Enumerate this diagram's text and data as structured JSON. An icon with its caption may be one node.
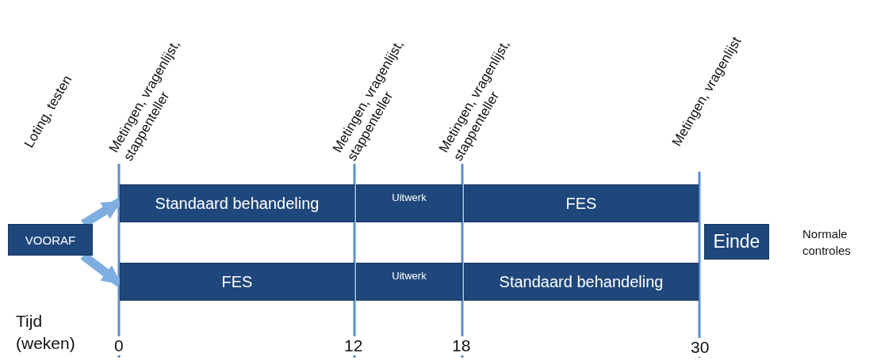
{
  "diagram": {
    "nodes": [
      {
        "text": [
          "VOORAF"
        ]
      },
      {
        "text": [
          "Standaard behandeling"
        ]
      },
      {
        "text": [
          "Uitwerk"
        ]
      },
      {
        "text": [
          "FES"
        ]
      },
      {
        "text": [
          "FES"
        ]
      },
      {
        "text": [
          "Uitwerk"
        ]
      },
      {
        "text": [
          "Standaard behandeling"
        ]
      },
      {
        "text": [
          "Einde"
        ],
        "beside": [
          "Normale controles"
        ]
      }
    ],
    "edges": [
      {
        "from": 0,
        "to": 1,
        "arrow": "to"
      },
      {
        "from": 0,
        "to": 4,
        "arrow": "to"
      }
    ],
    "labels": [
      "Loting, testen",
      "Metingen, vragenlijst, stappenteller",
      "Metingen, vragenlijst, stappenteller",
      "Metingen, vragenlijst, stappenteller",
      "Metingen, vragenlijst",
      "Tijd (weken)",
      "0",
      "12",
      "18",
      "30"
    ]
  }
}
